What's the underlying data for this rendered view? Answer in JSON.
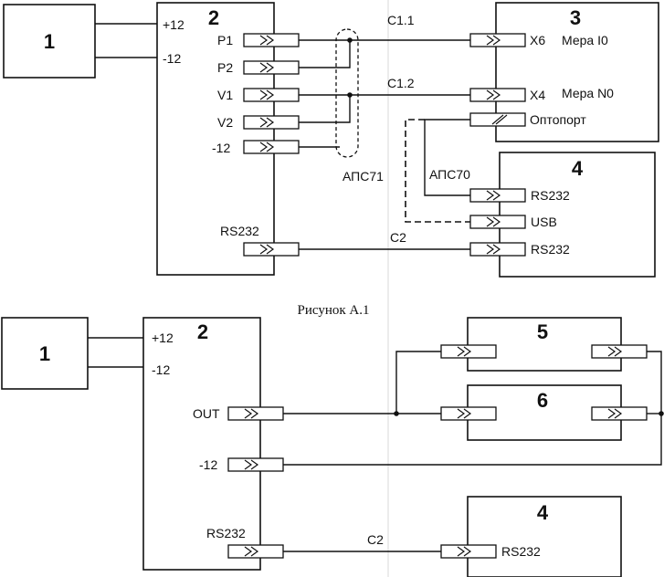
{
  "figure1": {
    "block1": "1",
    "block2": "2",
    "block3": "3",
    "block4": "4",
    "pwr_plus": "+12",
    "pwr_minus": "-12",
    "p1": "P1",
    "p2": "P2",
    "v1": "V1",
    "v2": "V2",
    "minus12": "-12",
    "rs232_out": "RS232",
    "c11": "C1.1",
    "c12": "C1.2",
    "c2": "C2",
    "x6": "X6",
    "mera_i0": "Мера I0",
    "x4": "X4",
    "mera_n0": "Мера N0",
    "optoport": "Оптопорт",
    "aps71": "АПС71",
    "aps70": "АПС70",
    "rs232_a": "RS232",
    "usb": "USB",
    "rs232_b": "RS232"
  },
  "caption": "Рисунок А.1",
  "figure2": {
    "block1": "1",
    "block2": "2",
    "block5": "5",
    "block6": "6",
    "block4": "4",
    "pwr_plus": "+12",
    "pwr_minus": "-12",
    "out": "OUT",
    "minus12": "-12",
    "rs232_out": "RS232",
    "c2": "C2",
    "rs232_in": "RS232"
  }
}
